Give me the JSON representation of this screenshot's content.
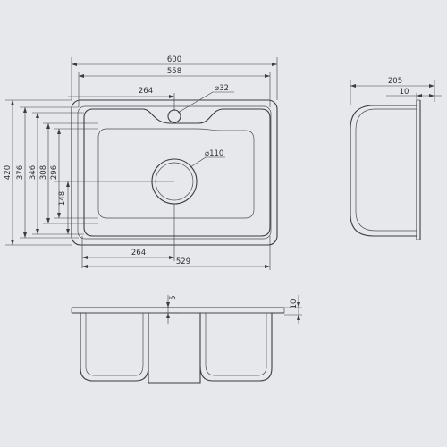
{
  "dimensions": {
    "overall_width": "600",
    "inner_width": "558",
    "tap_offset": "264",
    "tap_hole": "⌀32",
    "drain_hole": "⌀110",
    "bottom_offset": "264",
    "bowl_width": "529",
    "overall_height": "420",
    "inner_height": "376",
    "bowl_height_1": "346",
    "bowl_height_2": "308",
    "bowl_height_3": "296",
    "drain_offset": "148",
    "depth": "205",
    "lip": "10",
    "rim_thickness": "5",
    "rim_edge": "10"
  }
}
